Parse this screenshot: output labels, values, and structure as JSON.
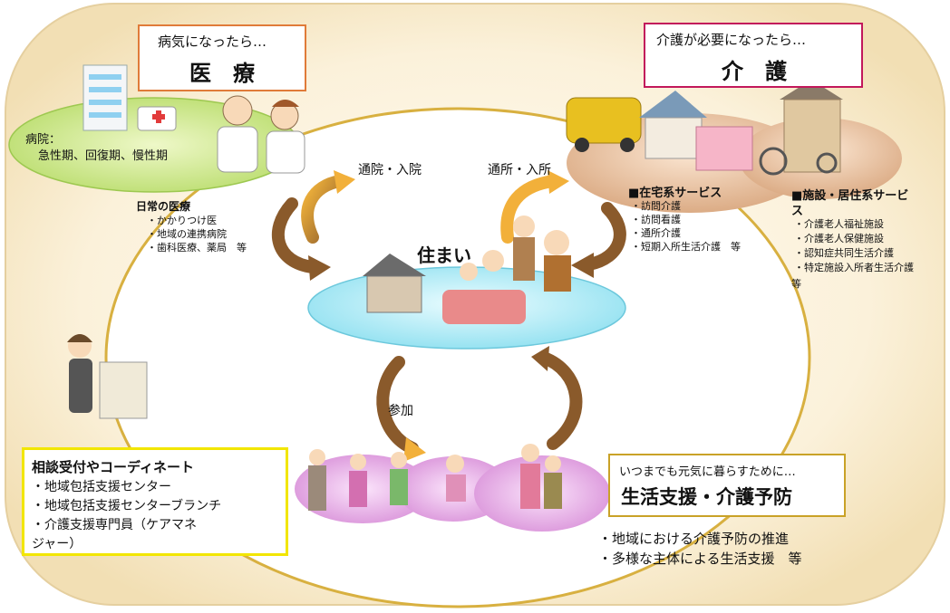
{
  "medical": {
    "header_small": "病気になったら…",
    "header_big": "医　療",
    "hospital_line1": "病院：",
    "hospital_line2": "急性期、回復期、慢性期",
    "daily_title": "日常の医療",
    "daily_items": [
      "・かかりつけ医",
      "・地域の連携病院",
      "・歯科医療、薬局　等"
    ]
  },
  "care": {
    "header_small": "介護が必要になったら…",
    "header_big": "介　護",
    "home_title": "■在宅系サービス",
    "home_items": [
      "・訪問介護",
      "・訪問看護",
      "・通所介護",
      "・短期入所生活介護　等"
    ],
    "facility_title": "■施設・居住系サービ",
    "facility_title2": "ス",
    "facility_items": [
      "・介護老人福祉施設",
      "・介護老人保健施設",
      "・認知症共同生活介護",
      "・特定施設入所者生活介護"
    ],
    "facility_tail": "等"
  },
  "home": {
    "label": "住まい"
  },
  "flows": {
    "hospital": "通院・入院",
    "daycare": "通所・入所",
    "participate": "参加"
  },
  "consult": {
    "title": "相談受付やコーディネート",
    "items": [
      "・地域包括支援センター",
      "・地域包括支援センターブランチ",
      "・介護支援専門員（ケアマネ"
    ],
    "tail": "ジャー）"
  },
  "support": {
    "header_small": "いつまでも元気に暮らすために…",
    "header_big": "生活支援・介護予防",
    "items": [
      "・地域における介護予防の推進",
      "・多様な主体による生活支援　等"
    ]
  },
  "colors": {
    "medical_border": "#e07b39",
    "care_border": "#c2185b",
    "consult_border": "#f2e600",
    "support_border": "#c9a227"
  }
}
